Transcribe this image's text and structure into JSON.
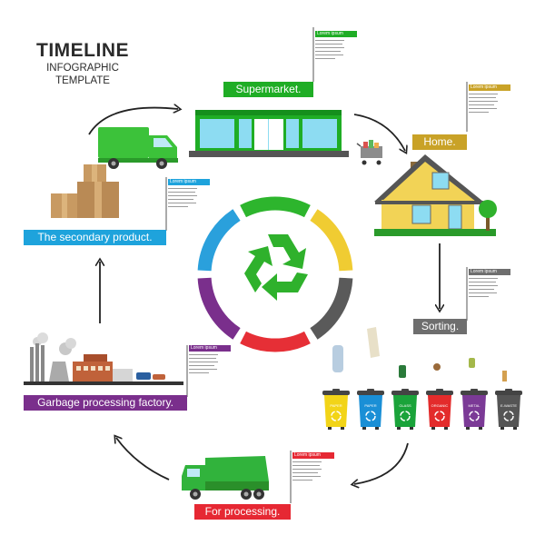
{
  "title": {
    "line1": "TIMELINE",
    "line2": "INFOGRAPHIC",
    "line3": "TEMPLATE"
  },
  "stages": [
    {
      "id": "supermarket",
      "label": "Supermarket.",
      "color": "#1fad25",
      "note": "Lorem ipsum"
    },
    {
      "id": "home",
      "label": "Home.",
      "color": "#c9a227",
      "note": "Lorem ipsum"
    },
    {
      "id": "sorting",
      "label": "Sorting.",
      "color": "#6e6e6e",
      "note": "Lorem ipsum"
    },
    {
      "id": "processing",
      "label": "For processing.",
      "color": "#e62833",
      "note": "Lorem ipsum"
    },
    {
      "id": "factory",
      "label": "Garbage processing factory.",
      "color": "#7a2f8c",
      "note": "Lorem ipsum"
    },
    {
      "id": "secondary",
      "label": "The secondary product.",
      "color": "#1ea3dc",
      "note": "Lorem ipsum"
    }
  ],
  "bins": [
    {
      "label": "PAPER",
      "color": "#f2d418"
    },
    {
      "label": "PAPER",
      "color": "#1a8fd6"
    },
    {
      "label": "GLASS",
      "color": "#1aa33a"
    },
    {
      "label": "ORGANIC",
      "color": "#e32b2b"
    },
    {
      "label": "METAL",
      "color": "#7b3a96"
    },
    {
      "label": "E-WASTE",
      "color": "#555555"
    }
  ],
  "ring_colors": [
    "#2db52d",
    "#f0cc32",
    "#5a5a5a",
    "#e62f36",
    "#7a2f8c",
    "#2aa0dc"
  ],
  "icons": [
    "recycle-icon",
    "truck-icon",
    "boxes-icon",
    "store-icon",
    "house-icon",
    "cart-icon",
    "garbage-truck-icon",
    "factory-icon",
    "recycle-bin-icon"
  ]
}
